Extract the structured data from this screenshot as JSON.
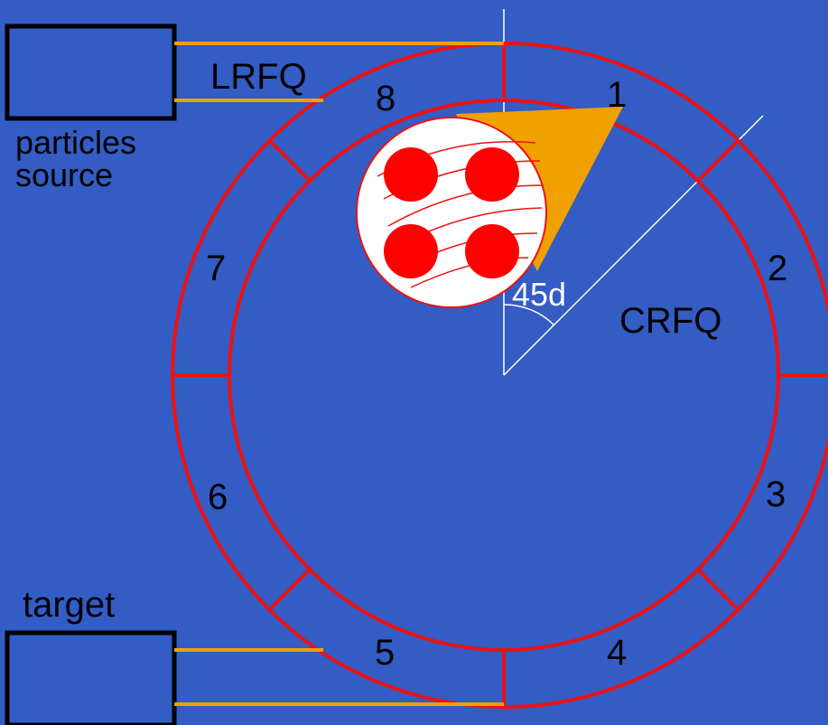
{
  "labels": {
    "lrfq": "LRFQ",
    "source_line1": "particles",
    "source_line2": "source",
    "target": "target",
    "crfq": "CRFQ",
    "angle": "45d"
  },
  "sectors": [
    "1",
    "2",
    "3",
    "4",
    "5",
    "6",
    "7",
    "8"
  ],
  "colors": {
    "background": "#335cc4",
    "ring": "#ee1111",
    "feed_line": "#f0a000",
    "wedge": "#f0a000",
    "box_outline": "#000000",
    "guide_line": "#ffffff",
    "particle": "#ff0000",
    "inset_fill": "#ffffff"
  }
}
